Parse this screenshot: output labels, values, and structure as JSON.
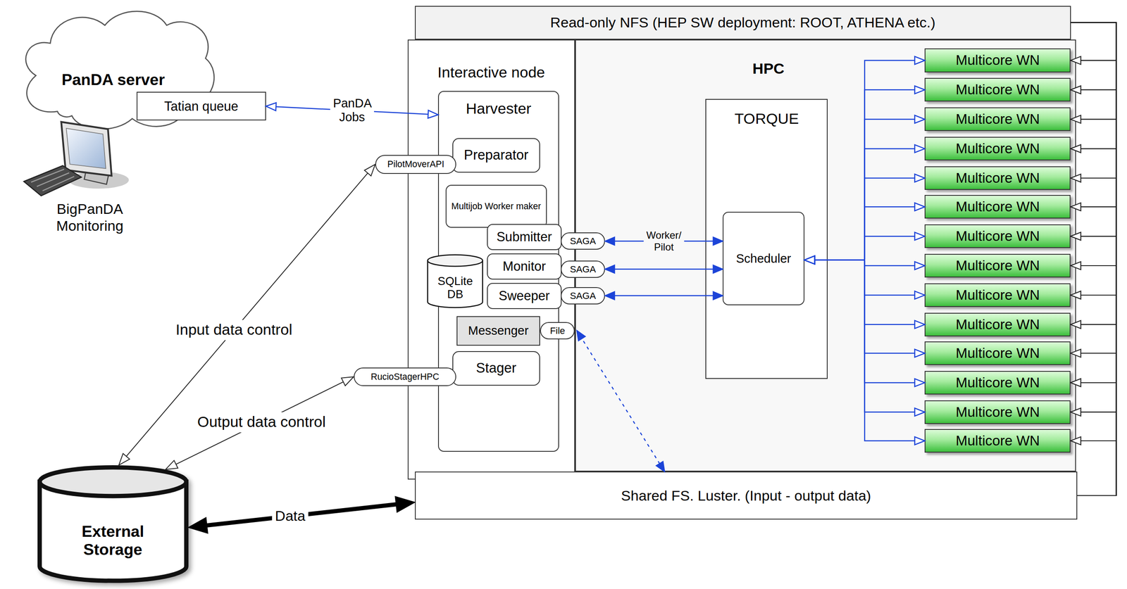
{
  "diagram": {
    "nodes": [
      {
        "text": [
          "PanDA server"
        ]
      },
      {
        "text": [
          "Tatian queue"
        ]
      },
      {
        "text": [
          "BigPanDA Monitoring"
        ]
      },
      {
        "text": [
          "Read-only NFS (HEP SW deployment: ROOT, ATHENA etc.)"
        ]
      },
      {
        "text": [
          "Interactive node"
        ]
      },
      {
        "text": [
          "Harvester"
        ],
        "in": 4
      },
      {
        "text": [
          "Preparator"
        ],
        "in": 5
      },
      {
        "text": [
          "Multijob Worker maker"
        ],
        "in": 5
      },
      {
        "text": [
          "Submitter"
        ],
        "in": 5
      },
      {
        "text": [
          "Monitor"
        ],
        "in": 5
      },
      {
        "text": [
          "Sweeper"
        ],
        "in": 5
      },
      {
        "text": [
          "SQLite DB"
        ],
        "in": 5
      },
      {
        "text": [
          "Messenger"
        ],
        "in": 5
      },
      {
        "text": [
          "Stager"
        ],
        "in": 5
      },
      {
        "text": [
          "PilotMoverAPI"
        ]
      },
      {
        "text": [
          "SAGA"
        ]
      },
      {
        "text": [
          "SAGA"
        ]
      },
      {
        "text": [
          "SAGA"
        ]
      },
      {
        "text": [
          "File"
        ],
        "in": 4
      },
      {
        "text": [
          "RucioStagerHPC"
        ]
      },
      {
        "text": [
          "HPC"
        ]
      },
      {
        "text": [
          "TORQUE"
        ],
        "in": 20
      },
      {
        "text": [
          "Scheduler"
        ],
        "in": 21
      },
      {
        "text": [
          "Multicore WN"
        ],
        "in": 20
      },
      {
        "text": [
          "Multicore WN"
        ],
        "in": 20
      },
      {
        "text": [
          "Multicore WN"
        ],
        "in": 20
      },
      {
        "text": [
          "Multicore WN"
        ],
        "in": 20
      },
      {
        "text": [
          "Multicore WN"
        ],
        "in": 20
      },
      {
        "text": [
          "Multicore WN"
        ],
        "in": 20
      },
      {
        "text": [
          "Multicore WN"
        ],
        "in": 20
      },
      {
        "text": [
          "Multicore WN"
        ],
        "in": 20
      },
      {
        "text": [
          "Multicore WN"
        ],
        "in": 20
      },
      {
        "text": [
          "Multicore WN"
        ],
        "in": 20
      },
      {
        "text": [
          "Multicore WN"
        ],
        "in": 20
      },
      {
        "text": [
          "Multicore WN"
        ],
        "in": 20
      },
      {
        "text": [
          "Multicore WN"
        ],
        "in": 20
      },
      {
        "text": [
          "Multicore WN"
        ],
        "in": 20
      },
      {
        "text": [
          "Shared FS. Luster. (Input - output data)"
        ]
      },
      {
        "text": [
          "External Storage"
        ]
      }
    ],
    "edges": [
      {
        "from": 1,
        "to": 5,
        "label": "PanDA Jobs",
        "arrow": "both"
      },
      {
        "from": 15,
        "to": 22,
        "label": "Worker/ Pilot",
        "arrow": "both"
      },
      {
        "from": 16,
        "to": 22,
        "arrow": "both"
      },
      {
        "from": 17,
        "to": 22,
        "arrow": "both"
      },
      {
        "from": 18,
        "to": 37,
        "arrow": "both"
      },
      {
        "from": 22,
        "to": 23,
        "arrow": "both"
      },
      {
        "from": 22,
        "to": 24,
        "arrow": "both"
      },
      {
        "from": 22,
        "to": 25,
        "arrow": "both"
      },
      {
        "from": 22,
        "to": 26,
        "arrow": "both"
      },
      {
        "from": 22,
        "to": 27,
        "arrow": "both"
      },
      {
        "from": 22,
        "to": 28,
        "arrow": "both"
      },
      {
        "from": 22,
        "to": 29,
        "arrow": "both"
      },
      {
        "from": 22,
        "to": 30,
        "arrow": "both"
      },
      {
        "from": 22,
        "to": 31,
        "arrow": "both"
      },
      {
        "from": 22,
        "to": 32,
        "arrow": "both"
      },
      {
        "from": 22,
        "to": 33,
        "arrow": "both"
      },
      {
        "from": 22,
        "to": 34,
        "arrow": "both"
      },
      {
        "from": 22,
        "to": 35,
        "arrow": "both"
      },
      {
        "from": 22,
        "to": 36,
        "arrow": "both"
      },
      {
        "from": 3,
        "to": 23,
        "arrow": "to"
      },
      {
        "from": 3,
        "to": 24,
        "arrow": "to"
      },
      {
        "from": 3,
        "to": 25,
        "arrow": "to"
      },
      {
        "from": 3,
        "to": 26,
        "arrow": "to"
      },
      {
        "from": 3,
        "to": 27,
        "arrow": "to"
      },
      {
        "from": 3,
        "to": 28,
        "arrow": "to"
      },
      {
        "from": 3,
        "to": 29,
        "arrow": "to"
      },
      {
        "from": 3,
        "to": 30,
        "arrow": "to"
      },
      {
        "from": 3,
        "to": 31,
        "arrow": "to"
      },
      {
        "from": 3,
        "to": 32,
        "arrow": "to"
      },
      {
        "from": 3,
        "to": 33,
        "arrow": "to"
      },
      {
        "from": 3,
        "to": 34,
        "arrow": "to"
      },
      {
        "from": 3,
        "to": 35,
        "arrow": "to"
      },
      {
        "from": 3,
        "to": 36,
        "arrow": "to"
      },
      {
        "from": 37,
        "to": 23,
        "arrow": "to"
      },
      {
        "from": 37,
        "to": 24,
        "arrow": "to"
      },
      {
        "from": 37,
        "to": 25,
        "arrow": "to"
      },
      {
        "from": 37,
        "to": 26,
        "arrow": "to"
      },
      {
        "from": 37,
        "to": 27,
        "arrow": "to"
      },
      {
        "from": 37,
        "to": 28,
        "arrow": "to"
      },
      {
        "from": 37,
        "to": 29,
        "arrow": "to"
      },
      {
        "from": 37,
        "to": 30,
        "arrow": "to"
      },
      {
        "from": 37,
        "to": 31,
        "arrow": "to"
      },
      {
        "from": 37,
        "to": 32,
        "arrow": "to"
      },
      {
        "from": 37,
        "to": 33,
        "arrow": "to"
      },
      {
        "from": 37,
        "to": 34,
        "arrow": "to"
      },
      {
        "from": 37,
        "to": 35,
        "arrow": "to"
      },
      {
        "from": 37,
        "to": 36,
        "arrow": "to"
      },
      {
        "from": 38,
        "to": 14,
        "label": "Input data control",
        "arrow": "both"
      },
      {
        "from": 38,
        "to": 19,
        "label": "Output data control",
        "arrow": "both"
      },
      {
        "from": 38,
        "to": 37,
        "label": "Data",
        "arrow": "both"
      }
    ]
  }
}
